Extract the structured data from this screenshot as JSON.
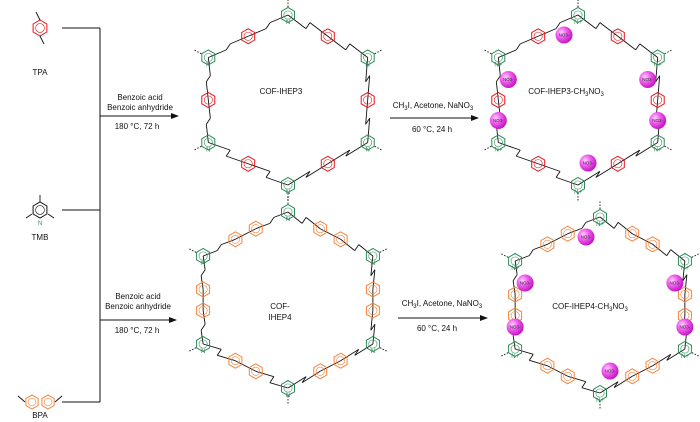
{
  "reagents": {
    "tpa": "TPA",
    "tmb": "TMB",
    "bpa": "BPA"
  },
  "reaction1": {
    "line1": "Benzoic acid",
    "line2": "Benzoic anhydride",
    "conditions": "180 °C, 72 h"
  },
  "reaction2": {
    "reagents_prefix": "CH",
    "reagents_sub": "3",
    "reagents_suffix": "I, Acetone, NaNO",
    "reagents_sub2": "3",
    "conditions": "60 °C, 24 h"
  },
  "products": {
    "cof3": "COF-IHEP3",
    "cof3_methyl_prefix": "COF-IHEP3-CH",
    "cof3_methyl_sub": "3",
    "cof3_methyl_suffix": "NO",
    "cof3_methyl_sub2": "3",
    "cof4_line1": "COF-",
    "cof4_line2": "IHEP4",
    "cof4_methyl_prefix": "COF-IHEP4-CH",
    "cof4_methyl_sub": "3",
    "cof4_methyl_suffix": "NO",
    "cof4_methyl_sub2": "3"
  },
  "atoms": {
    "nitrogen": "N",
    "nitrogen_plus": "N+",
    "nitrate": "NO3-"
  },
  "colors": {
    "pyridine": "#2e8b57",
    "tpa_ring": "#e8141b",
    "bpa_ring": "#f5823a",
    "nitrate": "#e23be0",
    "bond": "#111111"
  }
}
